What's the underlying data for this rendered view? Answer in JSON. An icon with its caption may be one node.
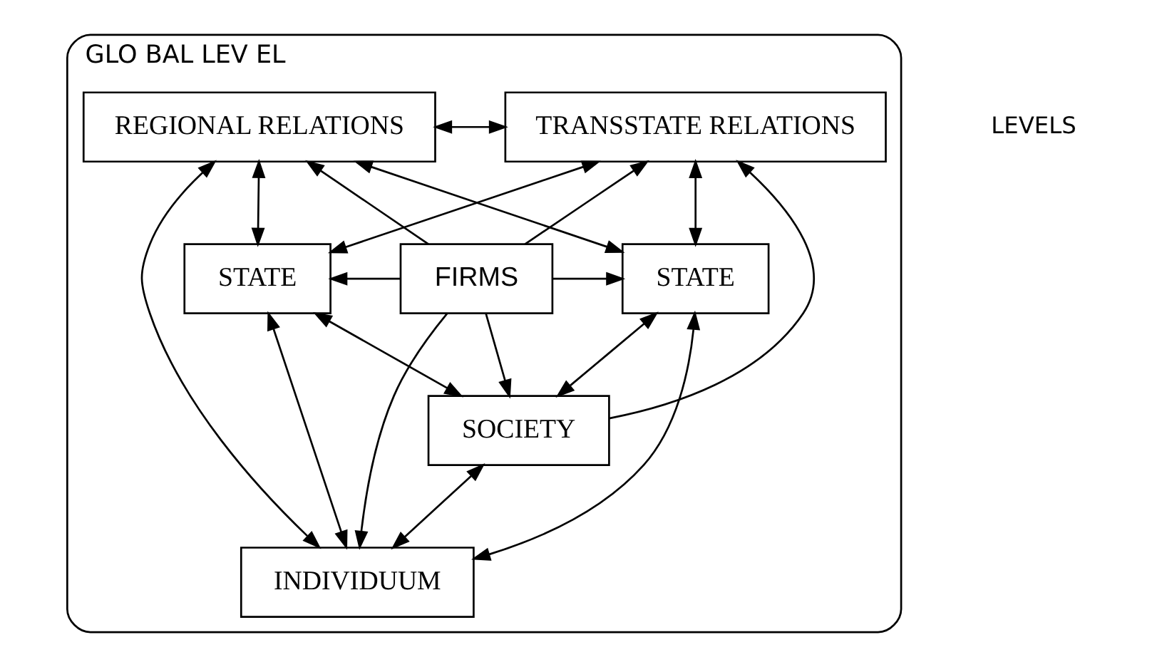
{
  "diagram": {
    "nodes": [
      {
        "text": [
          "GLO BAL LEV EL"
        ]
      },
      {
        "text": [
          "TRANSSTATE RELATIONS"
        ],
        "in": 0
      },
      {
        "text": [
          "REGIONAL RELATIONS"
        ],
        "in": 0
      },
      {
        "text": [
          "STATE"
        ],
        "in": 0
      },
      {
        "text": [
          "FIRMS"
        ],
        "in": 0
      },
      {
        "text": [
          "STATE"
        ],
        "in": 0
      },
      {
        "text": [
          "SOCIETY"
        ],
        "in": 0
      },
      {
        "text": [
          "INDIVIDUUM"
        ],
        "in": 0
      }
    ],
    "edges": [
      {
        "from": 1,
        "to": 2,
        "arrow": "both"
      },
      {
        "from": 3,
        "to": 1,
        "arrow": "both"
      },
      {
        "from": 4,
        "to": 1,
        "arrow": "to"
      },
      {
        "from": 6,
        "to": 1,
        "arrow": "to"
      },
      {
        "from": 1,
        "to": 5,
        "arrow": "both"
      },
      {
        "from": 2,
        "to": 3,
        "arrow": "both"
      },
      {
        "from": 2,
        "to": 5,
        "arrow": "both"
      },
      {
        "from": 4,
        "to": 3,
        "arrow": "to"
      },
      {
        "from": 4,
        "to": 5,
        "arrow": "to"
      },
      {
        "from": 4,
        "to": 2,
        "arrow": "to"
      },
      {
        "from": 4,
        "to": 6,
        "arrow": "to"
      },
      {
        "from": 4,
        "to": 7,
        "arrow": "to"
      },
      {
        "from": 3,
        "to": 6,
        "arrow": "both"
      },
      {
        "from": 3,
        "to": 7,
        "arrow": "both"
      },
      {
        "from": 6,
        "to": 5,
        "arrow": "both"
      },
      {
        "from": 7,
        "to": 2,
        "arrow": "both"
      },
      {
        "from": 7,
        "to": 5,
        "arrow": "both"
      },
      {
        "from": 6,
        "to": 7,
        "arrow": "both"
      }
    ],
    "labels": [
      "LEVELS"
    ]
  }
}
